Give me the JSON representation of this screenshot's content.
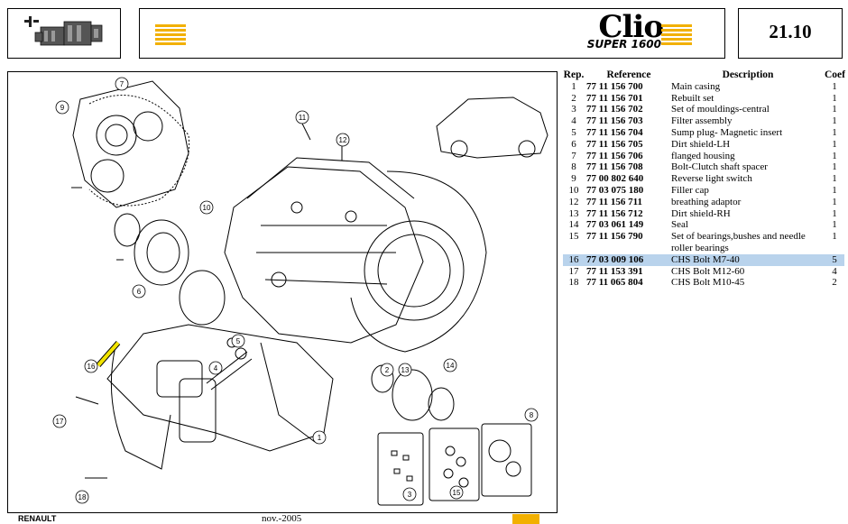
{
  "header": {
    "page_number": "21.10",
    "brand_name": "Clio",
    "brand_subtitle": "SUPER 1600",
    "icon": "gearbox-icon",
    "accent_color": "#f2b000"
  },
  "table": {
    "headers": {
      "rep": "Rep.",
      "reference": "Reference",
      "description": "Description",
      "coef": "Coef"
    },
    "rows": [
      {
        "rep": "1",
        "ref": "77 11 156 700",
        "desc": "Main casing",
        "coef": "1"
      },
      {
        "rep": "2",
        "ref": "77 11 156 701",
        "desc": "Rebuilt set",
        "coef": "1"
      },
      {
        "rep": "3",
        "ref": "77 11 156 702",
        "desc": "Set of mouldings-central",
        "coef": "1"
      },
      {
        "rep": "4",
        "ref": "77 11 156 703",
        "desc": "Filter assembly",
        "coef": "1"
      },
      {
        "rep": "5",
        "ref": "77 11 156 704",
        "desc": "Sump plug- Magnetic insert",
        "coef": "1"
      },
      {
        "rep": "6",
        "ref": "77 11 156 705",
        "desc": "Dirt shield-LH",
        "coef": "1"
      },
      {
        "rep": "7",
        "ref": "77 11 156 706",
        "desc": "flanged housing",
        "coef": "1"
      },
      {
        "rep": "8",
        "ref": "77 11 156 708",
        "desc": "Bolt-Clutch shaft spacer",
        "coef": "1"
      },
      {
        "rep": "9",
        "ref": "77 00 802 640",
        "desc": "Reverse light switch",
        "coef": "1"
      },
      {
        "rep": "10",
        "ref": "77 03 075 180",
        "desc": "Filler cap",
        "coef": "1"
      },
      {
        "rep": "12",
        "ref": "77 11 156 711",
        "desc": "breathing adaptor",
        "coef": "1"
      },
      {
        "rep": "13",
        "ref": "77 11 156 712",
        "desc": "Dirt shield-RH",
        "coef": "1"
      },
      {
        "rep": "14",
        "ref": "77 03 061 149",
        "desc": "Seal",
        "coef": "1"
      },
      {
        "rep": "15",
        "ref": "77 11 156 790",
        "desc": "Set of bearings,bushes and needle roller bearings",
        "coef": "1"
      },
      {
        "rep": "16",
        "ref": "77 03 009 106",
        "desc": "CHS Bolt M7-40",
        "coef": "5",
        "highlight": true
      },
      {
        "rep": "17",
        "ref": "77 11 153 391",
        "desc": "CHS Bolt M12-60",
        "coef": "4"
      },
      {
        "rep": "18",
        "ref": "77 11 065 804",
        "desc": "CHS Bolt M10-45",
        "coef": "2"
      }
    ],
    "highlight_color": "#b9d3ec"
  },
  "diagram": {
    "callouts": [
      "1",
      "2",
      "3",
      "4",
      "5",
      "6",
      "7",
      "8",
      "9",
      "10",
      "11",
      "12",
      "13",
      "14",
      "15",
      "16",
      "17",
      "18"
    ],
    "highlight_color": "#f2e400"
  },
  "footer": {
    "brand": "RENAULT",
    "date": "nov.-2005"
  }
}
